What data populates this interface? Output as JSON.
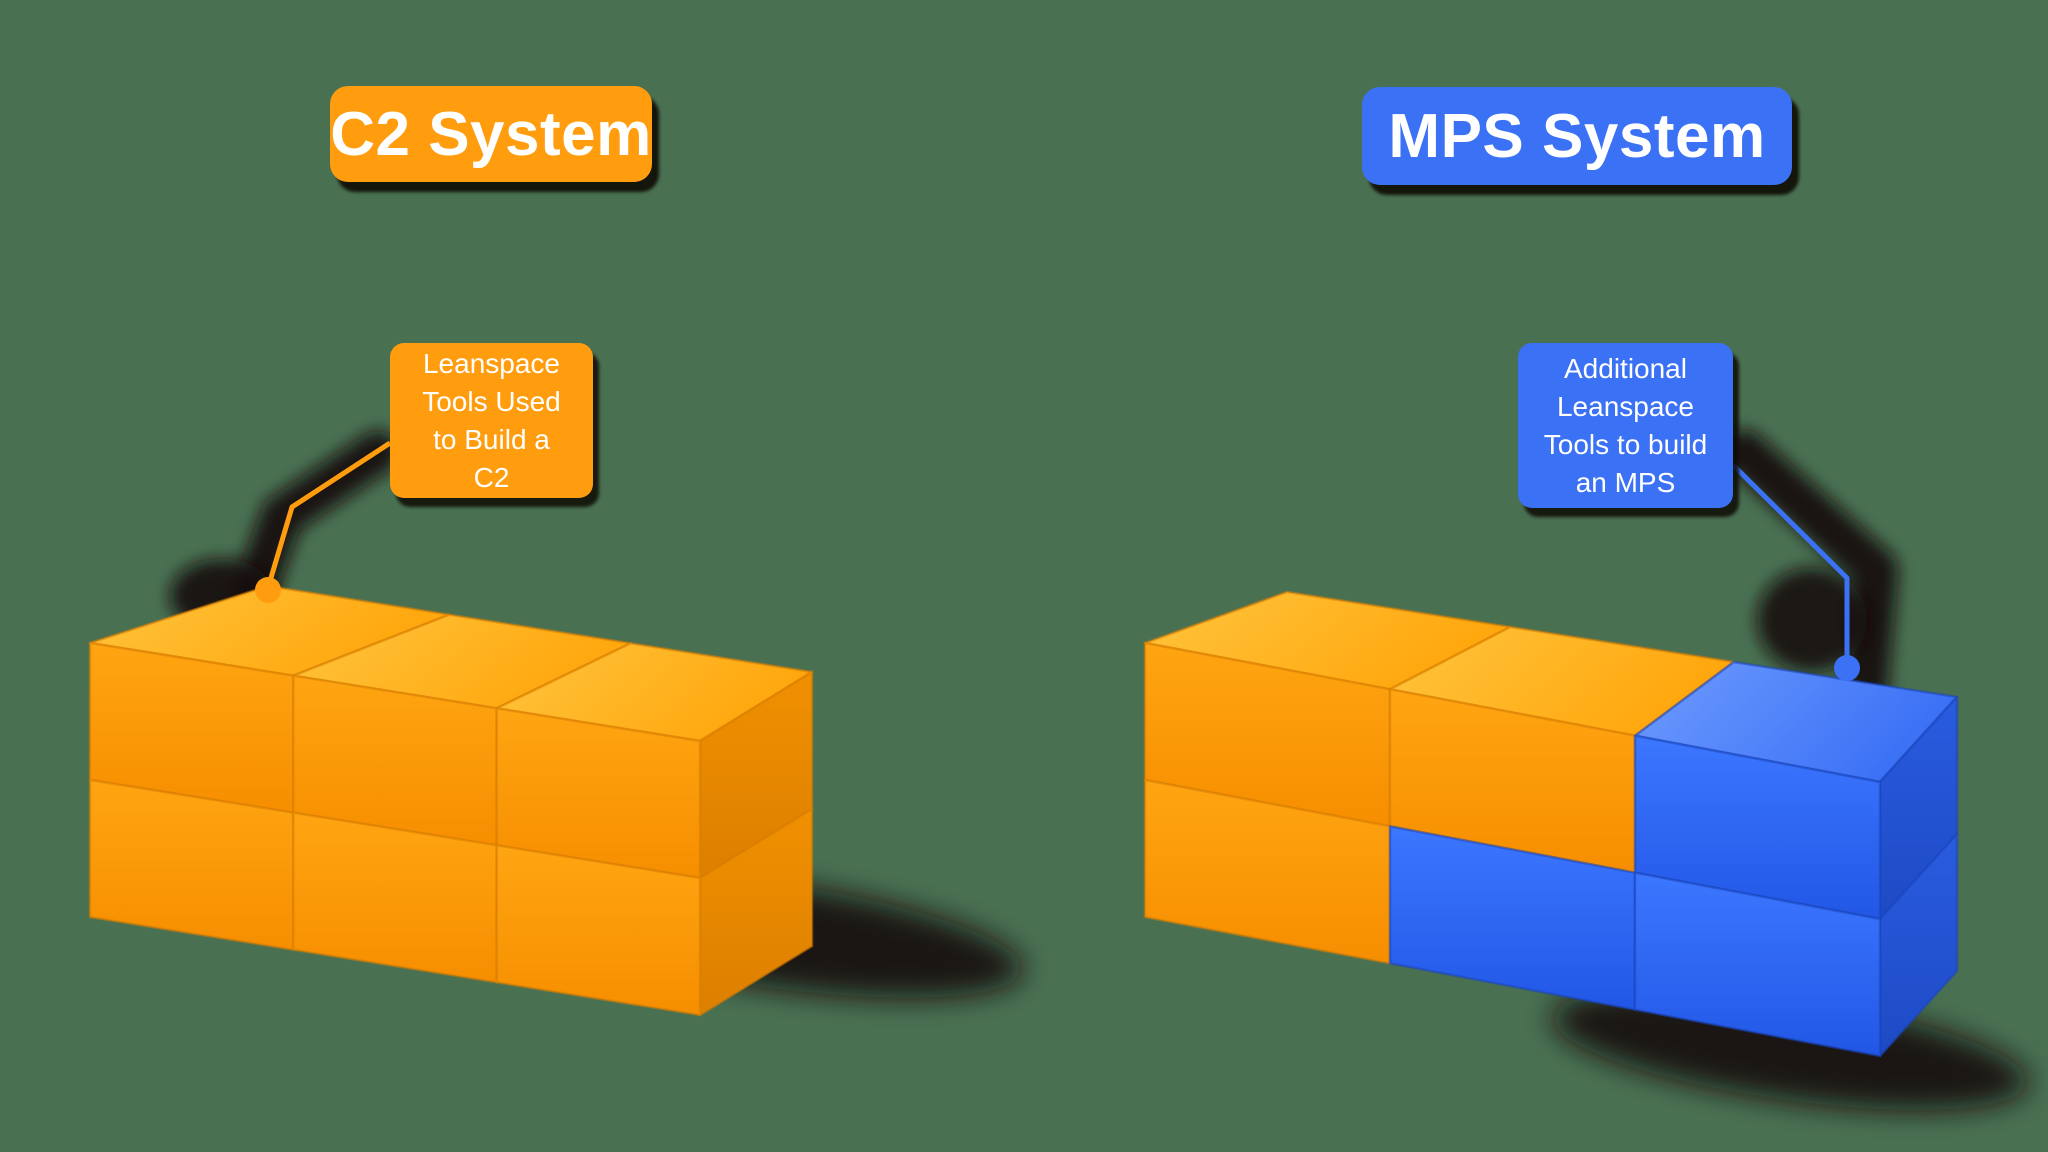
{
  "background_color": "#4A7052",
  "palette": {
    "orange": "#FF9D0E",
    "blue": "#3B71F4",
    "text": "#FFFFFF",
    "shadow": "#15100A"
  },
  "left_system": {
    "title": "C2 System",
    "callout": {
      "lines": [
        "Leanspace",
        "Tools Used",
        "to Build a",
        "C2"
      ]
    },
    "blocks": {
      "rows": 2,
      "cols": 3,
      "grid": [
        [
          "orange",
          "orange",
          "orange"
        ],
        [
          "orange",
          "orange",
          "orange"
        ]
      ]
    }
  },
  "right_system": {
    "title": "MPS System",
    "callout": {
      "lines": [
        "Additional",
        "Leanspace",
        "Tools to build",
        "an MPS"
      ]
    },
    "blocks": {
      "rows": 2,
      "cols": 3,
      "grid": [
        [
          "orange",
          "orange",
          "blue"
        ],
        [
          "orange",
          "blue",
          "blue"
        ]
      ]
    }
  }
}
